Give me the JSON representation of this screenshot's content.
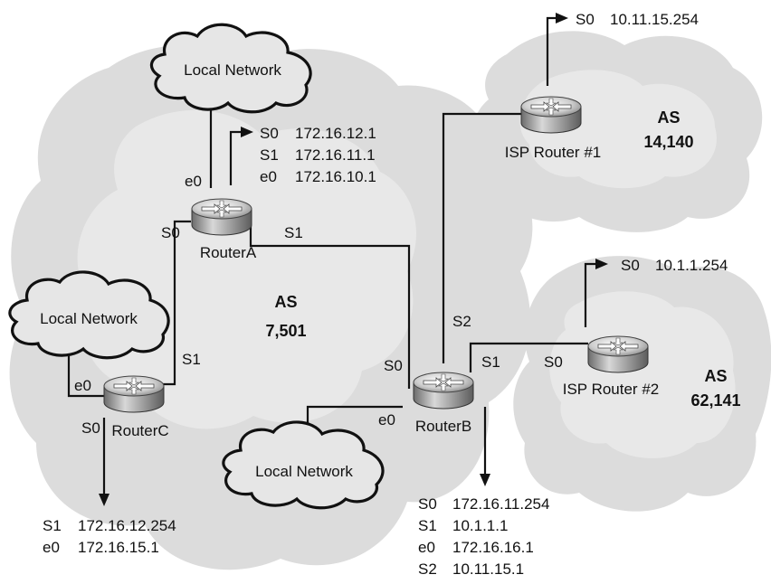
{
  "autonomous_systems": {
    "main": {
      "title": "AS",
      "number": "7,501"
    },
    "isp1": {
      "title": "AS",
      "number": "14,140"
    },
    "isp2": {
      "title": "AS",
      "number": "62,141"
    }
  },
  "routers": {
    "router_a": {
      "name": "RouterA"
    },
    "router_b": {
      "name": "RouterB"
    },
    "router_c": {
      "name": "RouterC"
    },
    "isp1": {
      "name": "ISP Router #1"
    },
    "isp2": {
      "name": "ISP Router #2"
    }
  },
  "local_networks": {
    "a": "Local Network",
    "c": "Local Network",
    "b": "Local Network"
  },
  "port_labels": {
    "a_e0": "e0",
    "a_s0": "S0",
    "a_s1": "S1",
    "c_s1": "S1",
    "c_e0": "e0",
    "c_s0": "S0",
    "b_s2": "S2",
    "b_s0": "S0",
    "b_s1": "S1",
    "b_e0": "e0",
    "isp2_s0": "S0"
  },
  "addresses": {
    "router_a": [
      {
        "iface": "S0",
        "ip": "172.16.12.1"
      },
      {
        "iface": "S1",
        "ip": "172.16.11.1"
      },
      {
        "iface": "e0",
        "ip": "172.16.10.1"
      }
    ],
    "router_c": [
      {
        "iface": "S1",
        "ip": "172.16.12.254"
      },
      {
        "iface": "e0",
        "ip": "172.16.15.1"
      }
    ],
    "router_b": [
      {
        "iface": "S0",
        "ip": "172.16.11.254"
      },
      {
        "iface": "S1",
        "ip": "10.1.1.1"
      },
      {
        "iface": "e0",
        "ip": "172.16.16.1"
      },
      {
        "iface": "S2",
        "ip": "10.11.15.1"
      }
    ],
    "isp1": [
      {
        "iface": "S0",
        "ip": "10.11.15.254"
      }
    ],
    "isp2": [
      {
        "iface": "S0",
        "ip": "10.1.1.254"
      }
    ]
  }
}
